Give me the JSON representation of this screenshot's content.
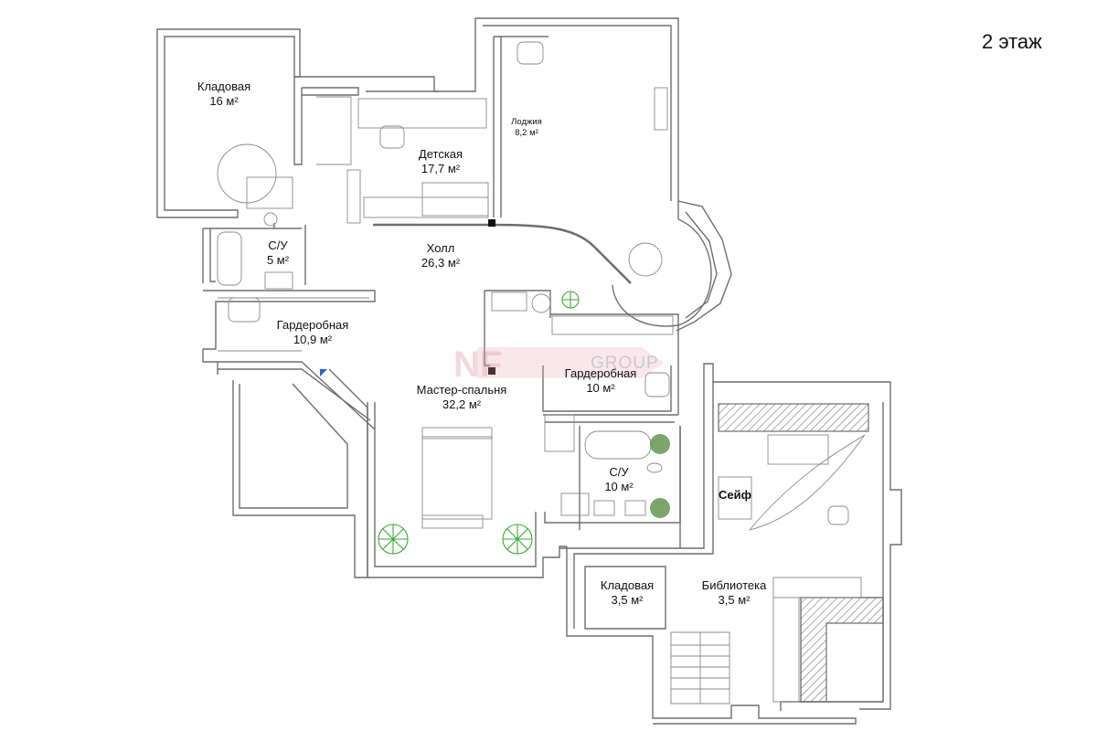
{
  "floor_title": "2 этаж",
  "watermark": {
    "brand": "NF",
    "suffix": "GROUP",
    "color": "#e8a0a8"
  },
  "rooms": [
    {
      "id": "storage-big",
      "name": "Кладовая",
      "area": "16 м²"
    },
    {
      "id": "kids",
      "name": "Детская",
      "area": "17,7 м²"
    },
    {
      "id": "loggia",
      "name": "Лоджия",
      "area": "8,2 м²"
    },
    {
      "id": "wc-small",
      "name": "С/У",
      "area": "5 м²"
    },
    {
      "id": "hall",
      "name": "Холл",
      "area": "26,3 м²"
    },
    {
      "id": "wardrobe-1",
      "name": "Гардеробная",
      "area": "10,9 м²"
    },
    {
      "id": "wardrobe-2",
      "name": "Гардеробная",
      "area": "10 м²"
    },
    {
      "id": "master",
      "name": "Мастер-спальня",
      "area": "32,2 м²"
    },
    {
      "id": "wc-master",
      "name": "С/У",
      "area": "10 м²"
    },
    {
      "id": "safe",
      "name": "Сейф",
      "area": ""
    },
    {
      "id": "storage-small",
      "name": "Кладовая",
      "area": "3,5 м²"
    },
    {
      "id": "library",
      "name": "Библиотека",
      "area": "3,5 м²"
    }
  ],
  "colors": {
    "wall": "#6e6e6e",
    "wall_fill": "#ffffff",
    "line": "#888888",
    "plant": "#3aaa35",
    "accent": "#2e5fd8"
  }
}
